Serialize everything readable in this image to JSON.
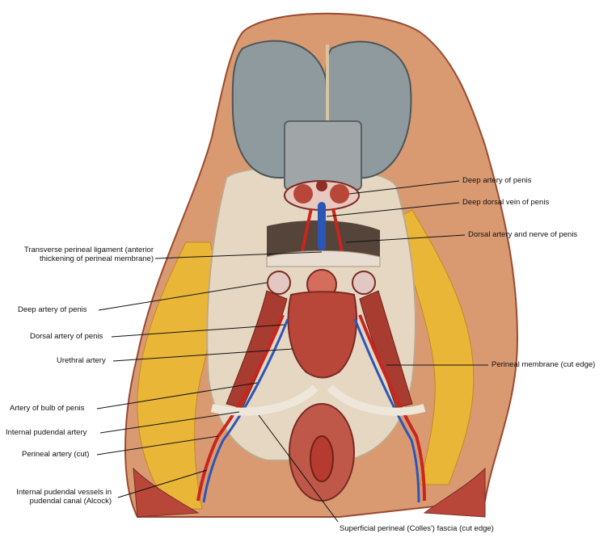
{
  "labels": {
    "deep_artery_of_penis_top": "Deep artery of penis",
    "deep_dorsal_vein": "Deep dorsal vein of penis",
    "dorsal_artery_and_nerve": "Dorsal artery and nerve of penis",
    "transverse_perineal_ligament_1": "Transverse perineal ligament (anterior",
    "transverse_perineal_ligament_2": "thickening of perineal membrane)",
    "deep_artery_of_penis_left": "Deep artery of penis",
    "dorsal_artery_of_penis": "Dorsal artery of penis",
    "urethral_artery": "Urethral artery",
    "perineal_membrane": "Perineal membrane (cut edge)",
    "artery_of_bulb": "Artery of bulb of penis",
    "internal_pudendal_artery": "Internal pudendal artery",
    "perineal_artery": "Perineal artery (cut)",
    "internal_pudendal_vessels_1": "Internal pudendal vessels in",
    "internal_pudendal_vessels_2": "pudendal canal (Alcock)",
    "superficial_perineal_fascia": "Superficial perineal (Colles') fascia (cut edge)"
  },
  "colors": {
    "skin": "#d9a07a",
    "muscle": "#b8473a",
    "muscle_dark": "#8e2f25",
    "fat": "#e8b63a",
    "testis": "#8e9a9e",
    "artery": "#c8261e",
    "vein": "#2a56b8",
    "fascia": "#e7dccd",
    "leader": "#111111"
  }
}
